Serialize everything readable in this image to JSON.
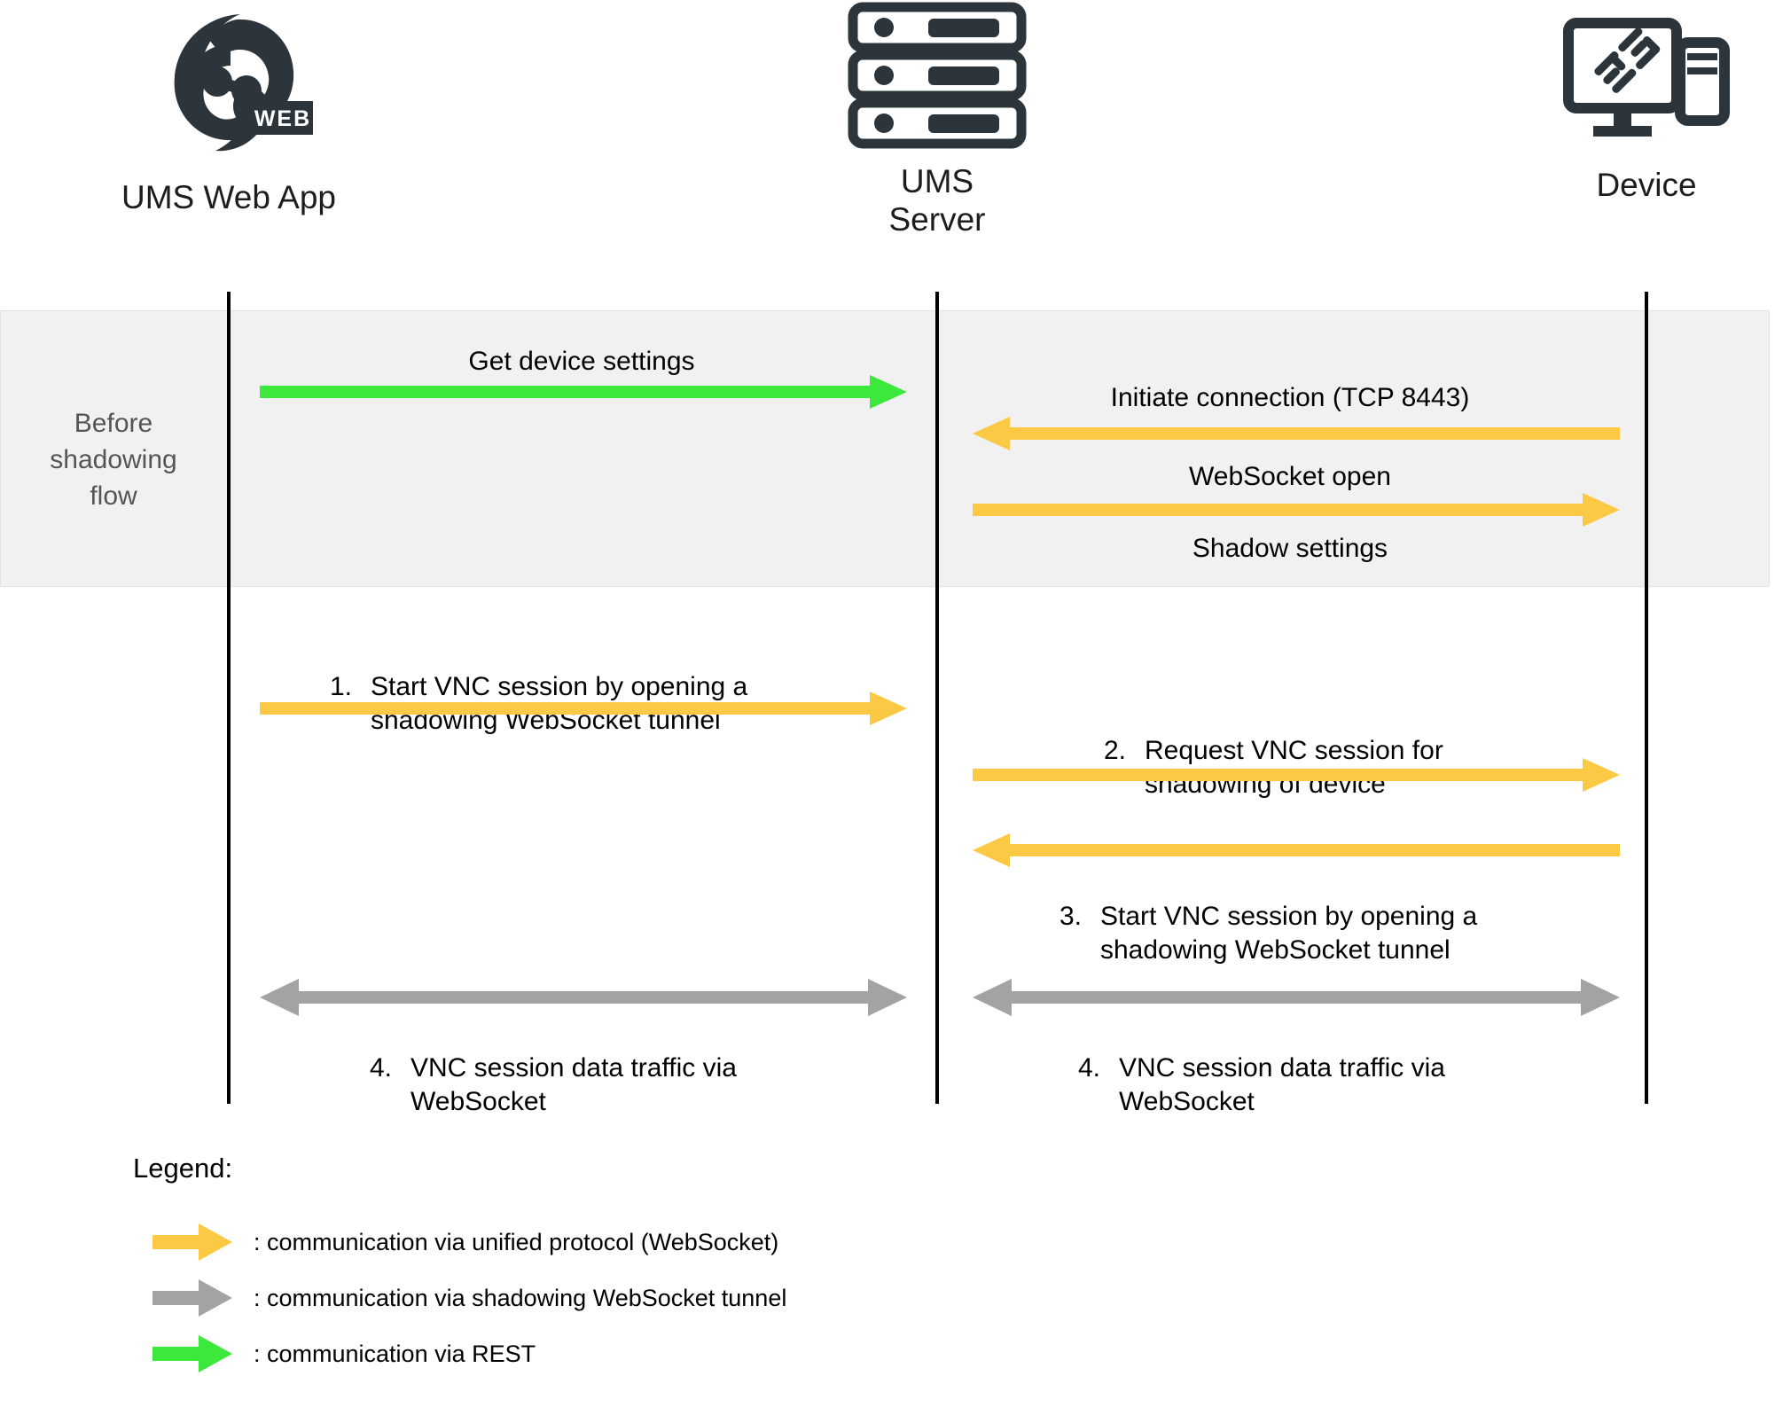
{
  "colors": {
    "yellow": "#FBC943",
    "gray": "#A3A3A3",
    "green": "#3BE83B",
    "lifeline": "#000000",
    "band_fill": "#F1F1F1",
    "band_border": "#E2E2E2",
    "icon_dark": "#2B353B",
    "label_gray": "#555555"
  },
  "participants": [
    {
      "name": "ums-web-app",
      "label": "UMS Web App",
      "icon": "ums-web-logo-icon"
    },
    {
      "name": "ums-server",
      "label": "UMS\nServer",
      "icon": "server-rack-icon"
    },
    {
      "name": "device",
      "label": "Device",
      "icon": "desktop-device-icon"
    }
  ],
  "phase": {
    "label": "Before\nshadowing\nflow"
  },
  "messages": [
    {
      "id": "get-device-settings",
      "label": "Get device settings",
      "number": "",
      "from": "ums-web-app",
      "to": "ums-server",
      "direction": "right",
      "kind": "rest",
      "color": "#3BE83B"
    },
    {
      "id": "initiate-connection",
      "label": "Initiate connection (TCP 8443)",
      "number": "",
      "from": "device",
      "to": "ums-server",
      "direction": "left",
      "kind": "unified",
      "color": "#FBC943"
    },
    {
      "id": "websocket-open",
      "label": "WebSocket open",
      "number": "",
      "from": "ums-server",
      "to": "device",
      "direction": "right",
      "kind": "unified",
      "color": "#FBC943"
    },
    {
      "id": "shadow-settings",
      "label": "Shadow settings",
      "number": "",
      "from": "ums-server",
      "to": "device",
      "direction": "right",
      "kind": "unified",
      "color": "#FBC943"
    },
    {
      "id": "start-vnc-session-webapp",
      "number": "1.",
      "label": "Start VNC session by opening a\nshadowing WebSocket tunnel",
      "from": "ums-web-app",
      "to": "ums-server",
      "direction": "right",
      "kind": "unified",
      "color": "#FBC943"
    },
    {
      "id": "request-vnc-session",
      "number": "2.",
      "label": "Request VNC session for\nshadowing of device",
      "from": "ums-server",
      "to": "device",
      "direction": "right",
      "kind": "unified",
      "color": "#FBC943"
    },
    {
      "id": "start-vnc-session-device",
      "number": "3.",
      "label": "Start VNC session by opening a\nshadowing WebSocket tunnel",
      "from": "device",
      "to": "ums-server",
      "direction": "left",
      "kind": "unified",
      "color": "#FBC943"
    },
    {
      "id": "vnc-traffic-left",
      "number": "4.",
      "label": "VNC session data traffic via\nWebSocket",
      "from": "ums-web-app",
      "to": "ums-server",
      "direction": "both",
      "kind": "tunnel",
      "color": "#A3A3A3"
    },
    {
      "id": "vnc-traffic-right",
      "number": "4.",
      "label": "VNC session data traffic via\nWebSocket",
      "from": "ums-server",
      "to": "device",
      "direction": "both",
      "kind": "tunnel",
      "color": "#A3A3A3"
    }
  ],
  "legend": {
    "title": "Legend:",
    "items": [
      {
        "id": "legend-unified",
        "color": "#FBC943",
        "text": ": communication via unified protocol (WebSocket)"
      },
      {
        "id": "legend-tunnel",
        "color": "#A3A3A3",
        "text": ": communication via shadowing WebSocket tunnel"
      },
      {
        "id": "legend-rest",
        "color": "#3BE83B",
        "text": ": communication via REST"
      }
    ]
  }
}
